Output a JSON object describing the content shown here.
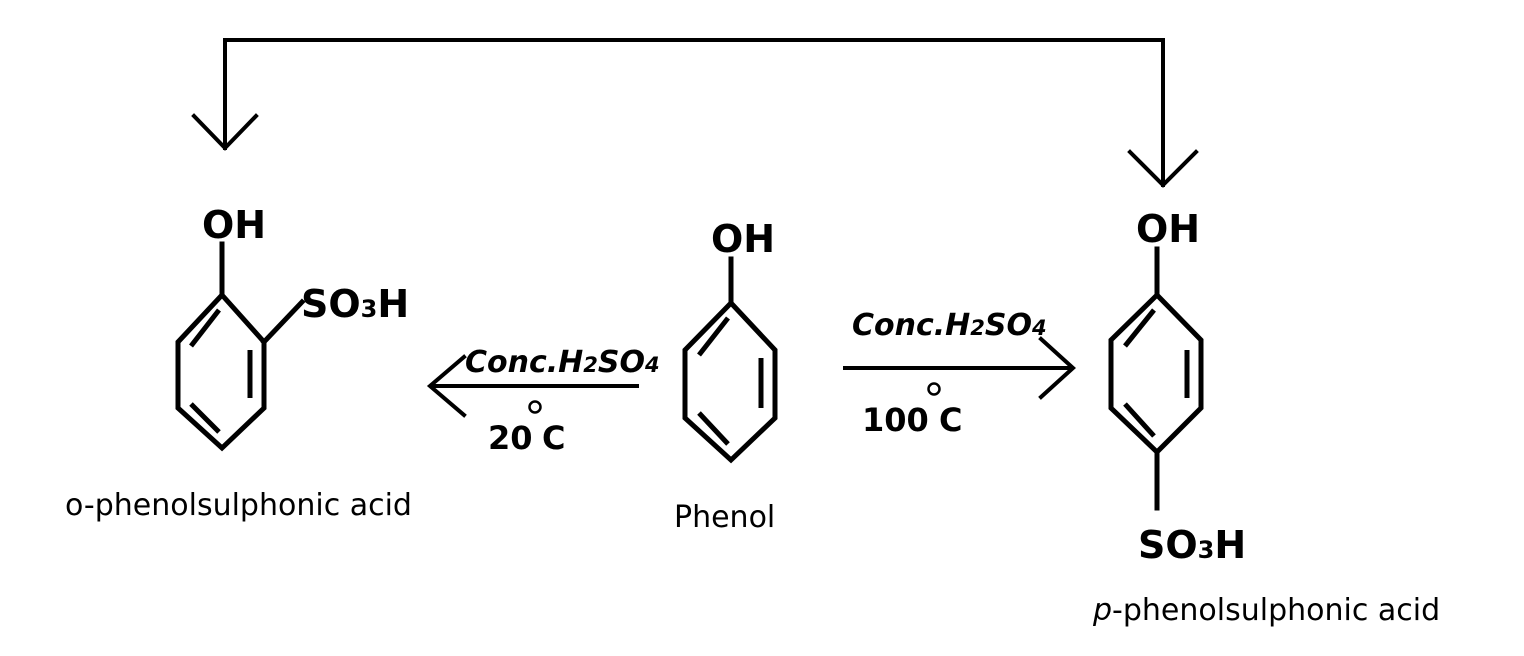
{
  "reactant": {
    "group_top": "OH",
    "name": "Phenol"
  },
  "ortho_product": {
    "group_top": "OH",
    "group_side_main": "SO",
    "group_side_sub": "3",
    "group_side_end": "H",
    "name": "o-phenolsulphonic acid"
  },
  "para_product": {
    "group_top": "OH",
    "group_bottom_main": "SO",
    "group_bottom_sub": "3",
    "group_bottom_end": "H",
    "name_prefix": "p",
    "name_rest": "-phenolsulphonic acid"
  },
  "left_reaction": {
    "reagent_main": "Conc.H",
    "reagent_sub1": "2",
    "reagent_mid": "SO",
    "reagent_sub2": "4",
    "temperature_value": "20",
    "temperature_unit": "C"
  },
  "right_reaction": {
    "reagent_main": "Conc.H",
    "reagent_sub1": "2",
    "reagent_mid": "SO",
    "reagent_sub2": "4",
    "temperature_value": "100",
    "temperature_unit": "C"
  }
}
